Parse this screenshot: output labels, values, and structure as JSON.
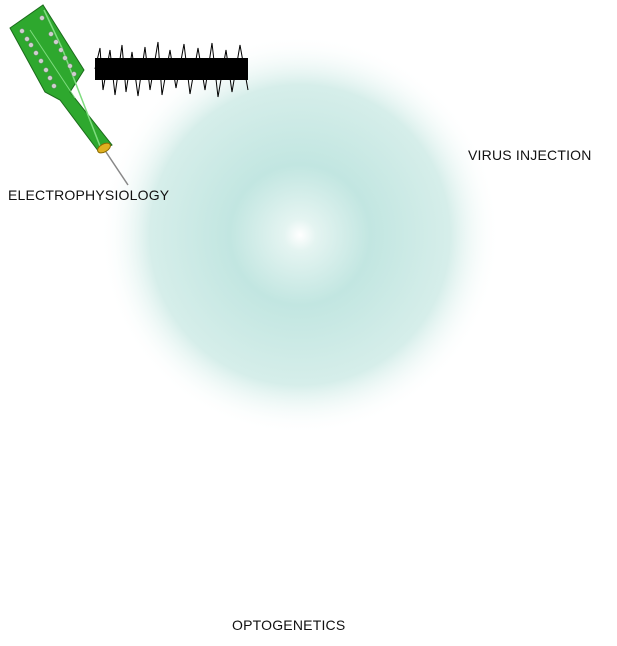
{
  "diagram": {
    "labels": {
      "electrophysiology": "ELECTROPHYSIOLOGY",
      "virus_injection": "VIRUS INJECTION",
      "optogenetics": "OPTOGENETICS"
    },
    "colors": {
      "glow": "#b8e2dc",
      "brain_fill": "#f3ead4",
      "target": "#ee1111",
      "probe_green": "#2ea82e",
      "light_beam": "#8a85ee",
      "neuron_green": "#3dbb55",
      "dendrite_red": "#dd3344"
    },
    "elements": [
      "silicon-probe",
      "neural-recording-trace",
      "virus-particle",
      "syringe",
      "sagittal-brain",
      "dorsal-brain",
      "target-crosshair",
      "light-source",
      "neurons"
    ]
  }
}
